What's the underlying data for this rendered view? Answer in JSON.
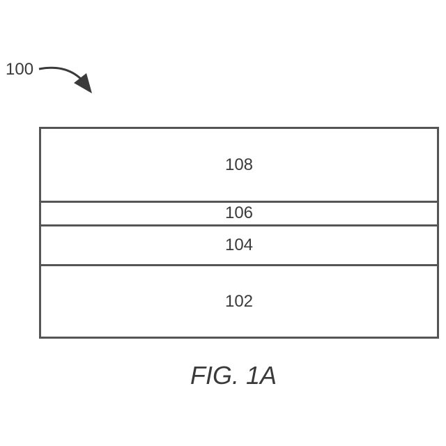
{
  "reference_label": "100",
  "layers": [
    {
      "label": "108"
    },
    {
      "label": "106"
    },
    {
      "label": "104"
    },
    {
      "label": "102"
    }
  ],
  "caption": "FIG. 1A"
}
